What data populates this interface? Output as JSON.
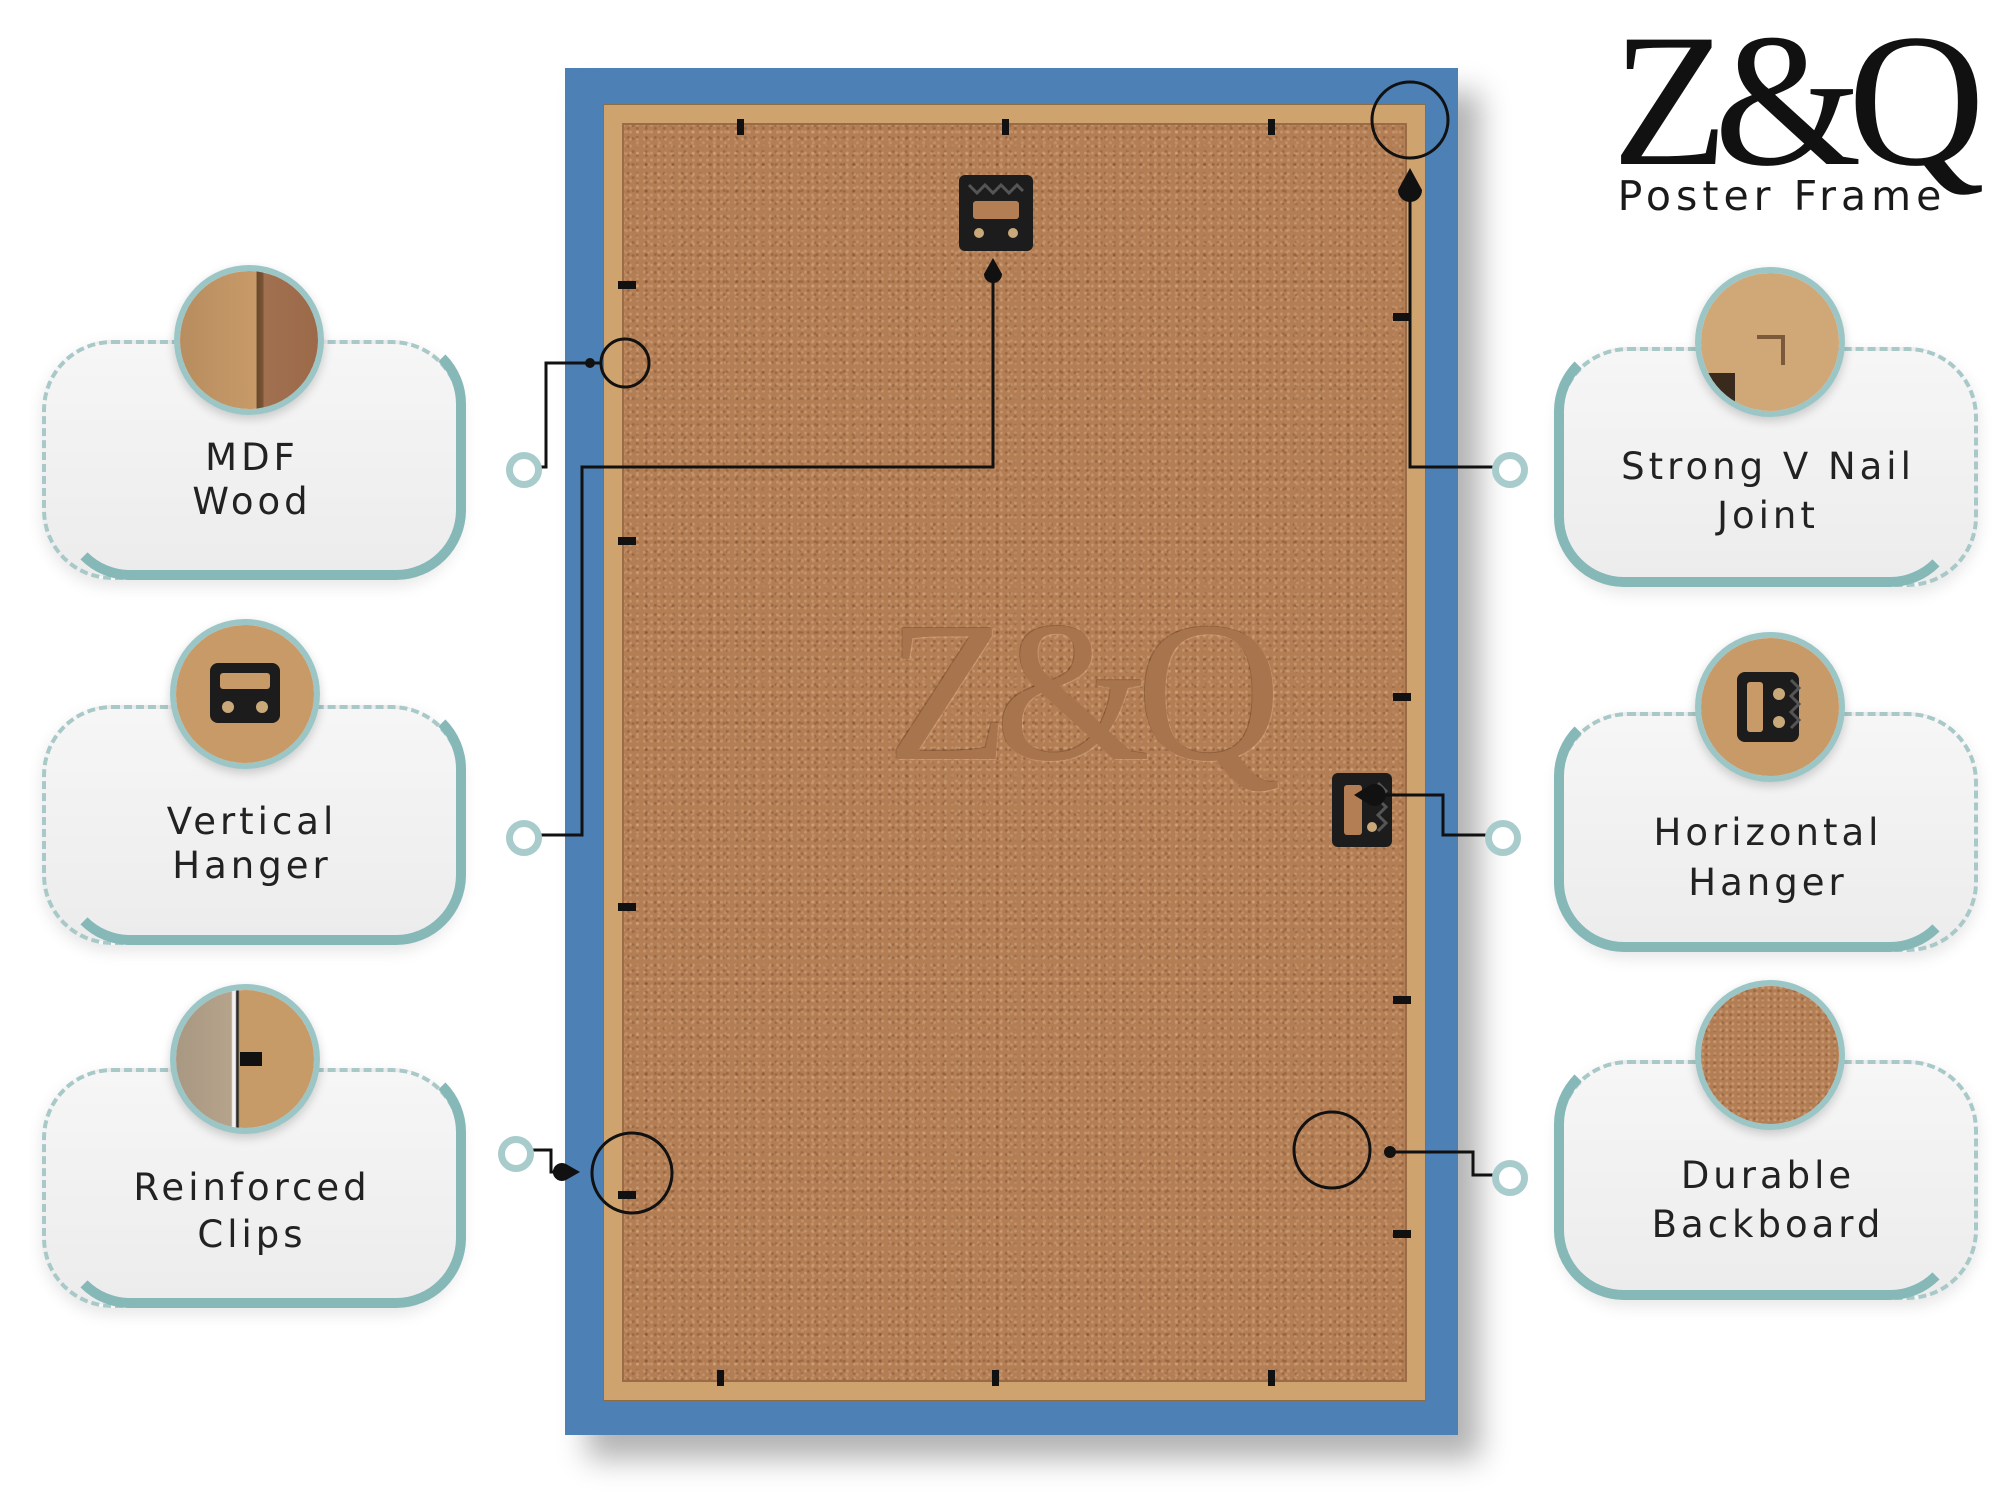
{
  "brand": {
    "logo": "Z&Q",
    "subtitle": "Poster Frame"
  },
  "frame": {
    "watermark": "Z&Q",
    "frame_color": "#4d80b5",
    "liner_color": "#cfa36e",
    "backboard_color": "#b47e55"
  },
  "features": {
    "mdf_wood": {
      "line1": "MDF",
      "line2": "Wood"
    },
    "vertical_hanger": {
      "line1": "Vertical",
      "line2": "Hanger"
    },
    "reinforced_clips": {
      "line1": "Reinforced",
      "line2": "Clips"
    },
    "v_nail_joint": {
      "line1": "Strong V Nail",
      "line2": "Joint"
    },
    "horizontal_hanger": {
      "line1": "Horizontal",
      "line2": "Hanger"
    },
    "durable_backboard": {
      "line1": "Durable",
      "line2": "Backboard"
    }
  },
  "colors": {
    "card_accent": "#86b8b8",
    "connector": "#111111"
  }
}
